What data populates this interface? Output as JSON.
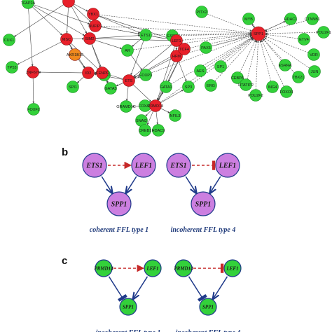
{
  "colors": {
    "red_node": "#e8202a",
    "green_node": "#33d13a",
    "orange_node": "#f08a1e",
    "purple_node": "#cc7fe0",
    "node_stroke_green": "#17901f",
    "node_stroke_blue": "#1f3a8a",
    "activation_arrow": "#1f3a8a",
    "inhibition_arrow": "#c62828",
    "network_edge": "#444444",
    "caption_text": "#1f3a7a"
  },
  "panel_a": {
    "nodes": [
      {
        "id": "CUX1",
        "label": "CUX1",
        "color": "green"
      },
      {
        "id": "TP53",
        "label": "TP53",
        "color": "green"
      },
      {
        "id": "AKR1B10",
        "label": "AKR1B10",
        "color": "orange"
      },
      {
        "id": "SPI1",
        "label": "SPI1",
        "color": "green"
      },
      {
        "id": "FOXF2",
        "label": "FOXF2",
        "color": "green"
      },
      {
        "id": "GATA2",
        "label": "GATA2",
        "color": "green"
      },
      {
        "id": "GATA3",
        "label": "GATA3",
        "color": "green"
      },
      {
        "id": "AR",
        "label": "AR",
        "color": "green"
      },
      {
        "id": "FOXP3",
        "label": "FOXP3",
        "color": "green"
      },
      {
        "id": "GATA1",
        "label": "GATA1",
        "color": "green"
      },
      {
        "id": "GRAMD1C",
        "label": "GRAMD1C",
        "color": "green"
      },
      {
        "id": "FOXA1",
        "label": "FOXA1",
        "color": "green"
      },
      {
        "id": "SNAI2",
        "label": "SNAI2",
        "color": "green"
      },
      {
        "id": "CREB1",
        "label": "CREB1",
        "color": "green"
      },
      {
        "id": "HDAC9",
        "label": "HDAC9",
        "color": "green"
      },
      {
        "id": "NFIL3",
        "label": "NFIL3",
        "color": "green"
      },
      {
        "id": "SP3",
        "label": "SP3",
        "color": "green"
      },
      {
        "id": "ETS1",
        "label": "ETS1",
        "color": "green"
      },
      {
        "id": "ESR1",
        "label": "ESR1",
        "color": "green"
      },
      {
        "id": "AES",
        "label": "AES",
        "color": "green"
      },
      {
        "id": "PAX5",
        "label": "PAX5",
        "color": "green"
      },
      {
        "id": "SP1",
        "label": "SP1",
        "color": "green"
      },
      {
        "id": "ERG",
        "label": "ERG",
        "color": "green"
      },
      {
        "id": "CEBPA",
        "label": "CEBPA",
        "color": "green"
      },
      {
        "id": "HTATIP2",
        "label": "HTATIP2",
        "color": "green"
      },
      {
        "id": "POU2F2",
        "label": "POU2F2",
        "color": "green"
      },
      {
        "id": "ING4",
        "label": "ING4",
        "color": "green"
      },
      {
        "id": "FOXO3",
        "label": "FOXO3",
        "color": "green"
      },
      {
        "id": "TBX21",
        "label": "TBX21",
        "color": "green"
      },
      {
        "id": "JUN",
        "label": "JUN",
        "color": "green"
      },
      {
        "id": "ESRRA",
        "label": "ESRRA",
        "color": "green"
      },
      {
        "id": "MYB",
        "label": "MYB",
        "color": "green"
      },
      {
        "id": "HDAC1",
        "label": "HDAC1",
        "color": "green"
      },
      {
        "id": "CTNNB1",
        "label": "CTNNB1",
        "color": "green"
      },
      {
        "id": "ETV4",
        "label": "ETV4",
        "color": "green"
      },
      {
        "id": "VDR",
        "label": "VDR",
        "color": "green"
      },
      {
        "id": "POU2F1",
        "label": "POU2F1",
        "color": "green"
      },
      {
        "id": "TFAP2A",
        "label": "TFAP2A",
        "color": "green"
      },
      {
        "id": "PITX2",
        "label": "PITX2",
        "color": "green"
      },
      {
        "id": "YBX1",
        "label": "YBX1",
        "color": "red"
      },
      {
        "id": "NUFIP1",
        "label": "NUFIP1",
        "color": "red"
      },
      {
        "id": "MSC",
        "label": "MSC",
        "color": "red"
      },
      {
        "id": "ZNF676",
        "label": "ZNF676",
        "color": "red"
      },
      {
        "id": "SIM2",
        "label": "SIM2",
        "color": "red"
      },
      {
        "id": "ID2",
        "label": "ID2",
        "color": "red"
      },
      {
        "id": "CENPF",
        "label": "CENPF",
        "color": "red"
      },
      {
        "id": "ETS",
        "label": "ETS",
        "color": "red"
      },
      {
        "id": "LEF1",
        "label": "LEF1",
        "color": "red"
      },
      {
        "id": "HFM",
        "label": "HFM",
        "color": "red"
      },
      {
        "id": "TCF4",
        "label": "TCF4",
        "color": "red"
      },
      {
        "id": "SPP1",
        "label": "SPP1",
        "color": "red"
      },
      {
        "id": "PRMD14",
        "label": "PRMD14",
        "color": "red"
      },
      {
        "id": "TOP",
        "label": "",
        "color": "red"
      }
    ]
  },
  "panel_b": {
    "letter": "b",
    "motifs": [
      {
        "caption": "coherent FFL type 1",
        "nodes": [
          {
            "label": "ETS1"
          },
          {
            "label": "LEF1"
          },
          {
            "label": "SPP1"
          }
        ],
        "edges": [
          {
            "from": 0,
            "to": 1,
            "type": "activation",
            "style": "dashed"
          },
          {
            "from": 0,
            "to": 2,
            "type": "activation",
            "style": "solid"
          },
          {
            "from": 1,
            "to": 2,
            "type": "activation",
            "style": "solid"
          }
        ]
      },
      {
        "caption": "incoherent FFL type 4",
        "nodes": [
          {
            "label": "ETS1"
          },
          {
            "label": "LEF1"
          },
          {
            "label": "SPP1"
          }
        ],
        "edges": [
          {
            "from": 0,
            "to": 1,
            "type": "inhibition",
            "style": "dashed"
          },
          {
            "from": 0,
            "to": 2,
            "type": "activation",
            "style": "solid"
          },
          {
            "from": 1,
            "to": 2,
            "type": "activation",
            "style": "solid"
          }
        ]
      }
    ]
  },
  "panel_c": {
    "letter": "c",
    "motifs": [
      {
        "caption": "incoherent FFL type 1",
        "nodes": [
          {
            "label": "PRMD14"
          },
          {
            "label": "LEF1"
          },
          {
            "label": "SPP1"
          }
        ],
        "edges": [
          {
            "from": 0,
            "to": 1,
            "type": "activation",
            "style": "dashed"
          },
          {
            "from": 0,
            "to": 2,
            "type": "inhibition",
            "style": "solid"
          },
          {
            "from": 1,
            "to": 2,
            "type": "activation",
            "style": "solid"
          }
        ]
      },
      {
        "caption": "incoherent FFL type 4",
        "nodes": [
          {
            "label": "PRMD14"
          },
          {
            "label": "LEF1"
          },
          {
            "label": "SPP1"
          }
        ],
        "edges": [
          {
            "from": 0,
            "to": 1,
            "type": "inhibition",
            "style": "dashed"
          },
          {
            "from": 0,
            "to": 2,
            "type": "inhibition",
            "style": "solid"
          },
          {
            "from": 1,
            "to": 2,
            "type": "activation",
            "style": "solid"
          }
        ]
      }
    ]
  }
}
